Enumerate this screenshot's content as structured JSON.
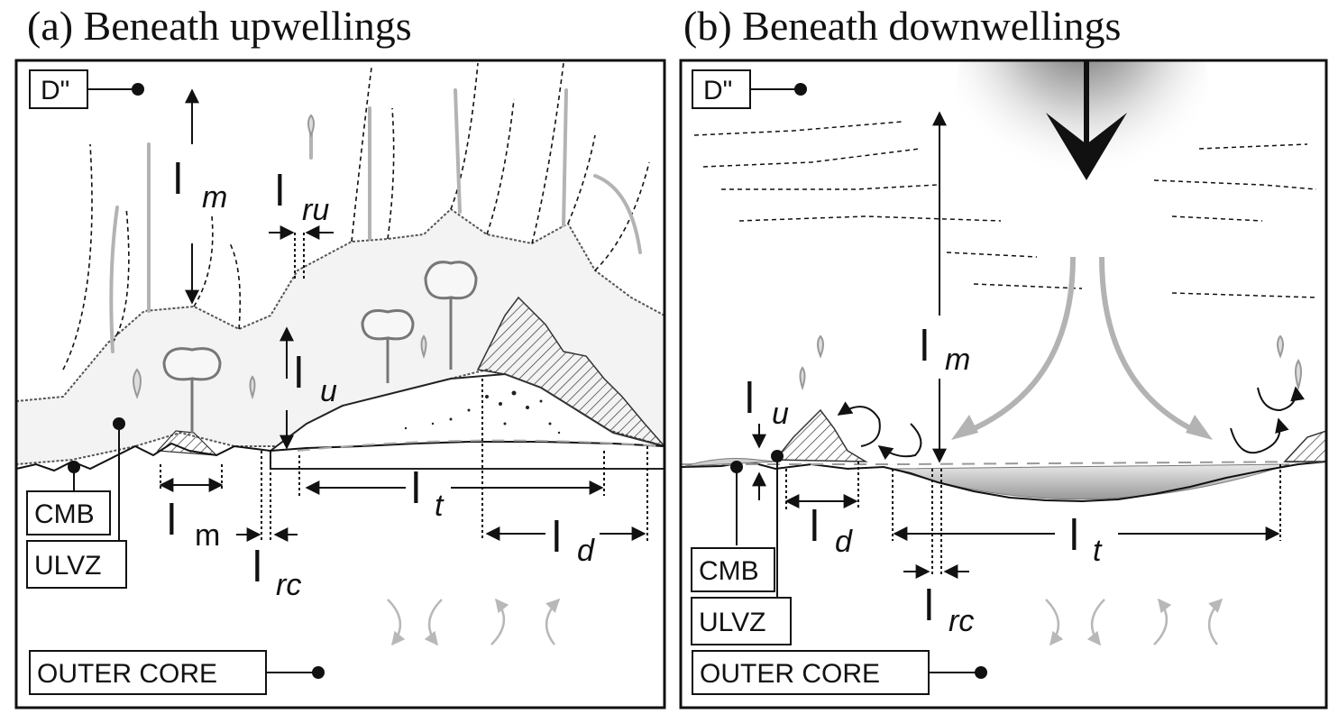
{
  "panels": {
    "a": {
      "title": "(a) Beneath upwellings",
      "labels": {
        "dpp": "D\"",
        "cmb": "CMB",
        "ulvz": "ULVZ",
        "outer_core": "OUTER CORE"
      },
      "symbols": {
        "lm_top": {
          "main": "l",
          "sub": "m"
        },
        "lru": {
          "main": "l",
          "sub": "ru"
        },
        "lu": {
          "main": "l",
          "sub": "u"
        },
        "lm_bottom": {
          "main": "l",
          "sub": "m"
        },
        "lt": {
          "main": "l",
          "sub": "t"
        },
        "ld": {
          "main": "l",
          "sub": "d"
        },
        "lrc": {
          "main": "l",
          "sub": "rc"
        }
      }
    },
    "b": {
      "title": "(b) Beneath downwellings",
      "labels": {
        "dpp": "D\"",
        "cmb": "CMB",
        "ulvz": "ULVZ",
        "outer_core": "OUTER CORE"
      },
      "symbols": {
        "lm": {
          "main": "l",
          "sub": "m"
        },
        "lu": {
          "main": "l",
          "sub": "u"
        },
        "ld": {
          "main": "l",
          "sub": "d"
        },
        "lt": {
          "main": "l",
          "sub": "t"
        },
        "lrc": {
          "main": "l",
          "sub": "rc"
        }
      }
    }
  }
}
